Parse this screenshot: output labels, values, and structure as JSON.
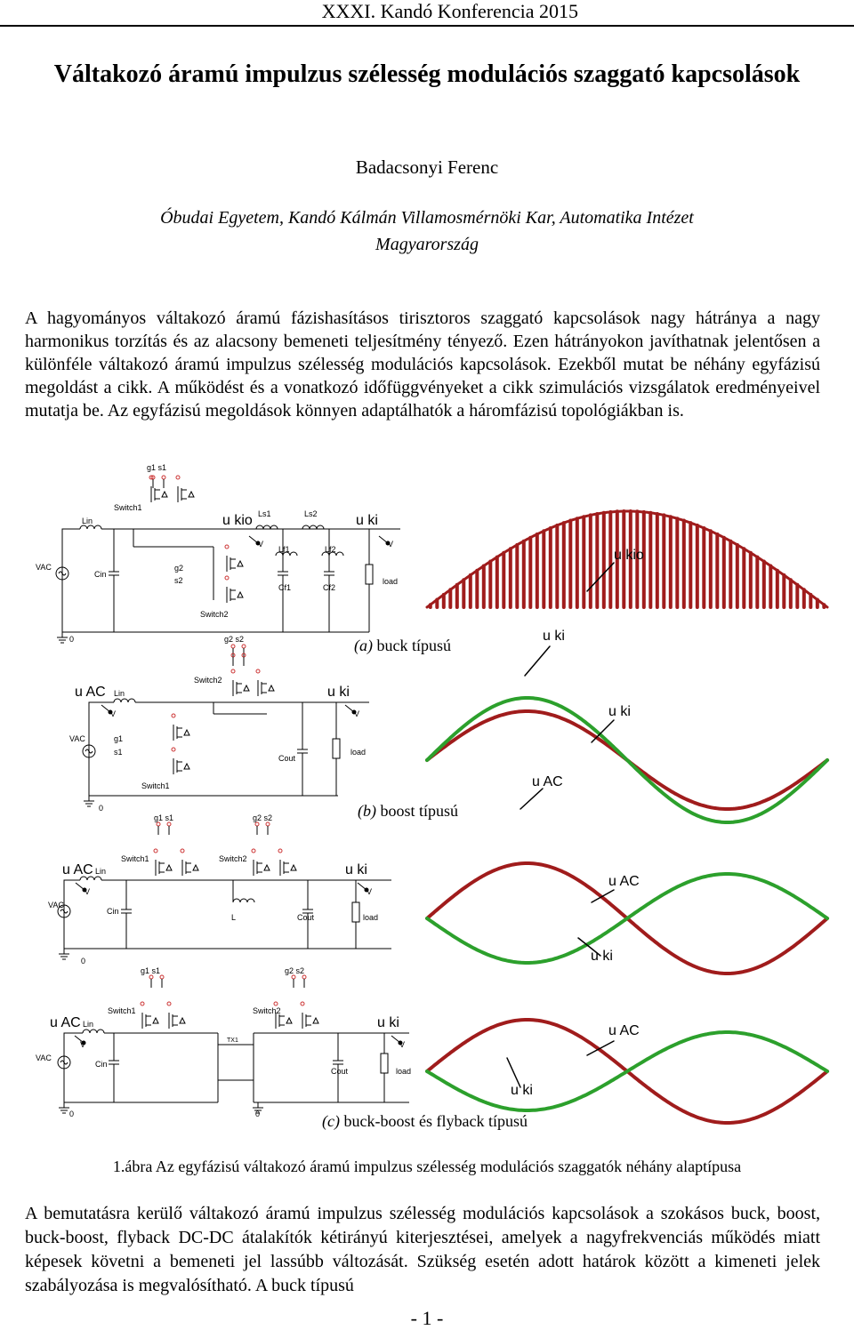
{
  "header": {
    "conference": "XXXI. Kandó Konferencia 2015"
  },
  "paper": {
    "title": "Váltakozó áramú impulzus szélesség modulációs szaggató kapcsolások",
    "author": "Badacsonyi Ferenc",
    "affiliation_line1": "Óbudai Egyetem, Kandó Kálmán Villamosmérnöki Kar, Automatika Intézet",
    "affiliation_line2": "Magyarország",
    "abstract": "A hagyományos váltakozó áramú fázishasításos tirisztoros szaggató kapcsolások nagy hátránya a nagy harmonikus torzítás és az alacsony bemeneti teljesítmény tényező. Ezen hátrányokon javíthatnak jelentősen a különféle váltakozó áramú impulzus szélesség modulációs kapcsolások. Ezekből mutat be néhány egyfázisú megoldást a cikk. A működést és a vonatkozó időfüggvényeket a cikk szimulációs vizsgálatok eredményeivel mutatja be. Az egyfázisú megoldások könnyen adaptálhatók a háromfázisú topológiákban is.",
    "body_text": "A bemutatásra kerülő váltakozó áramú impulzus szélesség modulációs kapcsolások a szokásos buck, boost, buck-boost, flyback DC-DC átalakítók kétirányú kiterjesztései, amelyek a nagyfrekvenciás működés miatt képesek követni a bemeneti jel lassúbb változását. Szükség esetén adott határok között a kimeneti jelek szabályozása is megvalósítható. A buck típusú",
    "page_number": "- 1 -"
  },
  "figure": {
    "caption": "1.ábra  Az egyfázisú váltakozó áramú impulzus szélesség modulációs szaggatók néhány alaptípusa",
    "colors": {
      "input_wave": "#a01c1c",
      "output_wave": "#2ca02c",
      "wire": "#000000"
    },
    "panel_a": {
      "caption_letter": "(a)",
      "caption_text": "buck típusú",
      "labels": {
        "g1s1": "g1 s1",
        "lin": "Lin",
        "switch1": "Switch1",
        "ukio": "u kio",
        "ls1": "Ls1",
        "ls2": "Ls2",
        "uki": "u ki",
        "lf1": "Lf1",
        "lf2": "Lf2",
        "vac": "VAC",
        "cin": "Cin",
        "g2": "g2",
        "s2": "s2",
        "cf1": "Cf1",
        "cf2": "Cf2",
        "load": "load",
        "switch2": "Switch2",
        "gnd": "0",
        "g2s2": "g2 s2",
        "v1": "V",
        "v2": "V"
      },
      "wave_labels": {
        "ukio": "u kio",
        "uki": "u ki"
      }
    },
    "panel_b": {
      "caption_letter": "(b)",
      "caption_text": "boost típusú",
      "labels": {
        "uac": "u AC",
        "lin": "Lin",
        "switch2": "Switch2",
        "uki": "u ki",
        "vac": "VAC",
        "g1": "g1",
        "s1": "s1",
        "cout": "Cout",
        "load": "load",
        "switch1": "Switch1",
        "gnd": "0",
        "g1s1": "g1 s1",
        "g2s2": "g2 s2",
        "v1": "V",
        "v2": "V"
      },
      "wave_labels": {
        "uki": "u ki",
        "uac": "u AC"
      }
    },
    "panel_c1": {
      "labels": {
        "uac": "u AC",
        "lin": "Lin",
        "switch1": "Switch1",
        "switch2": "Switch2",
        "uki": "u ki",
        "vac": "VAC",
        "cin": "Cin",
        "l": "L",
        "cout": "Cout",
        "load": "load",
        "gnd": "0",
        "g1s1": "g1 s1",
        "g2s2": "g2 s2",
        "v1": "V",
        "v2": "V"
      },
      "wave_labels": {
        "uac": "u AC",
        "uki": "u ki"
      }
    },
    "panel_c2": {
      "caption_letter": "(c)",
      "caption_text": "buck-boost és flyback típusú",
      "labels": {
        "uac": "u AC",
        "lin": "Lin",
        "switch1": "Switch1",
        "switch2": "Switch2",
        "tx1": "TX1",
        "uki": "u ki",
        "vac": "VAC",
        "cin": "Cin",
        "cout": "Cout",
        "load": "load",
        "gnd1": "0",
        "gnd2": "0",
        "v1": "V",
        "v2": "V"
      },
      "wave_labels": {
        "uac": "u AC",
        "uki": "u ki"
      }
    }
  }
}
